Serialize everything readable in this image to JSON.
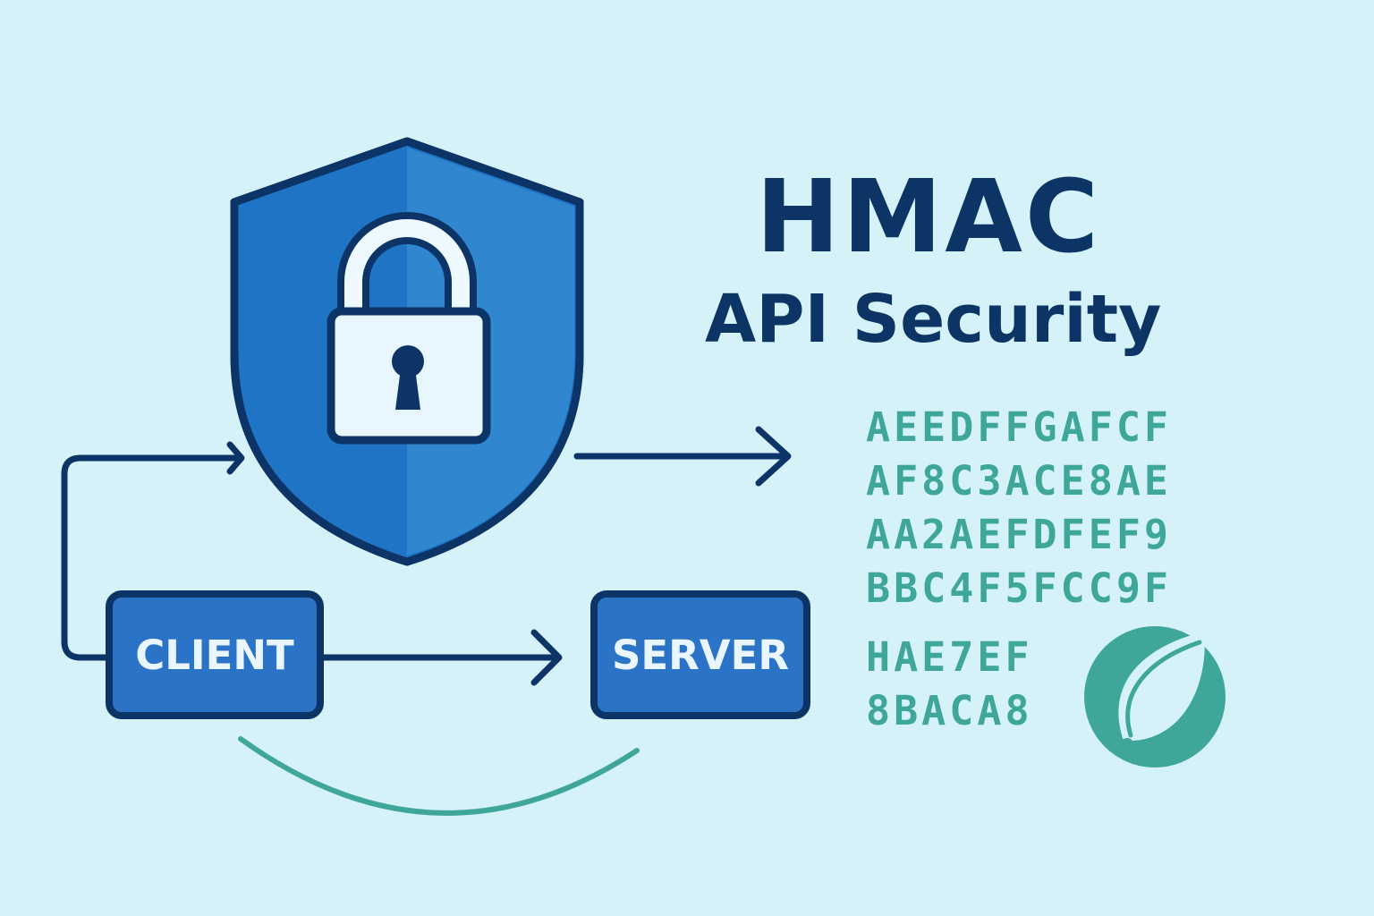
{
  "title": {
    "main": "HMAC",
    "sub": "API Security"
  },
  "nodes": {
    "client": "CLIENT",
    "server": "SERVER"
  },
  "hash_lines": [
    "AEEDFFGAFCF",
    "AF8C3ACE8AE",
    "AA2AEFDFEF9",
    "BBC4F5FCC9F",
    "HAE7EF",
    "8BACA8"
  ],
  "icons": {
    "shield": "shield-icon",
    "lock": "padlock-icon",
    "leaf": "leaf-logo-icon"
  },
  "colors": {
    "background": "#d5f2f9",
    "navy": "#0d3466",
    "shield_blue": "#1f74c6",
    "box_blue": "#2a73c6",
    "teal": "#3fa69a"
  }
}
